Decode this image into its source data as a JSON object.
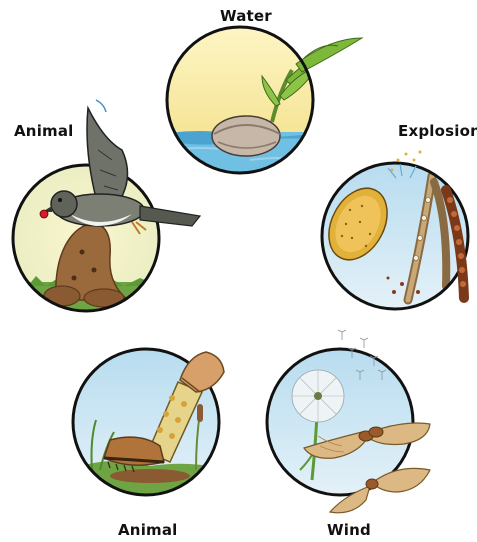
{
  "labels": {
    "water": "Water",
    "animal_top": "Animal",
    "explosion": "Explosion",
    "animal_bottom": "Animal",
    "wind": "Wind"
  },
  "colors": {
    "outline": "#111111",
    "water": "#5eb6dc",
    "sky_yellow": "#f6e69a",
    "sky_blue": "#c8e1f0",
    "grass": "#5b9a35",
    "soil": "#8a5a32"
  },
  "icons": {
    "water": "coconut-sprouting-icon",
    "animal_top": "bird-eating-berry-icon",
    "explosion": "bursting-seed-pods-icon",
    "animal_bottom": "seed-on-boot-icon",
    "wind": "dandelion-and-winged-seeds-icon"
  }
}
